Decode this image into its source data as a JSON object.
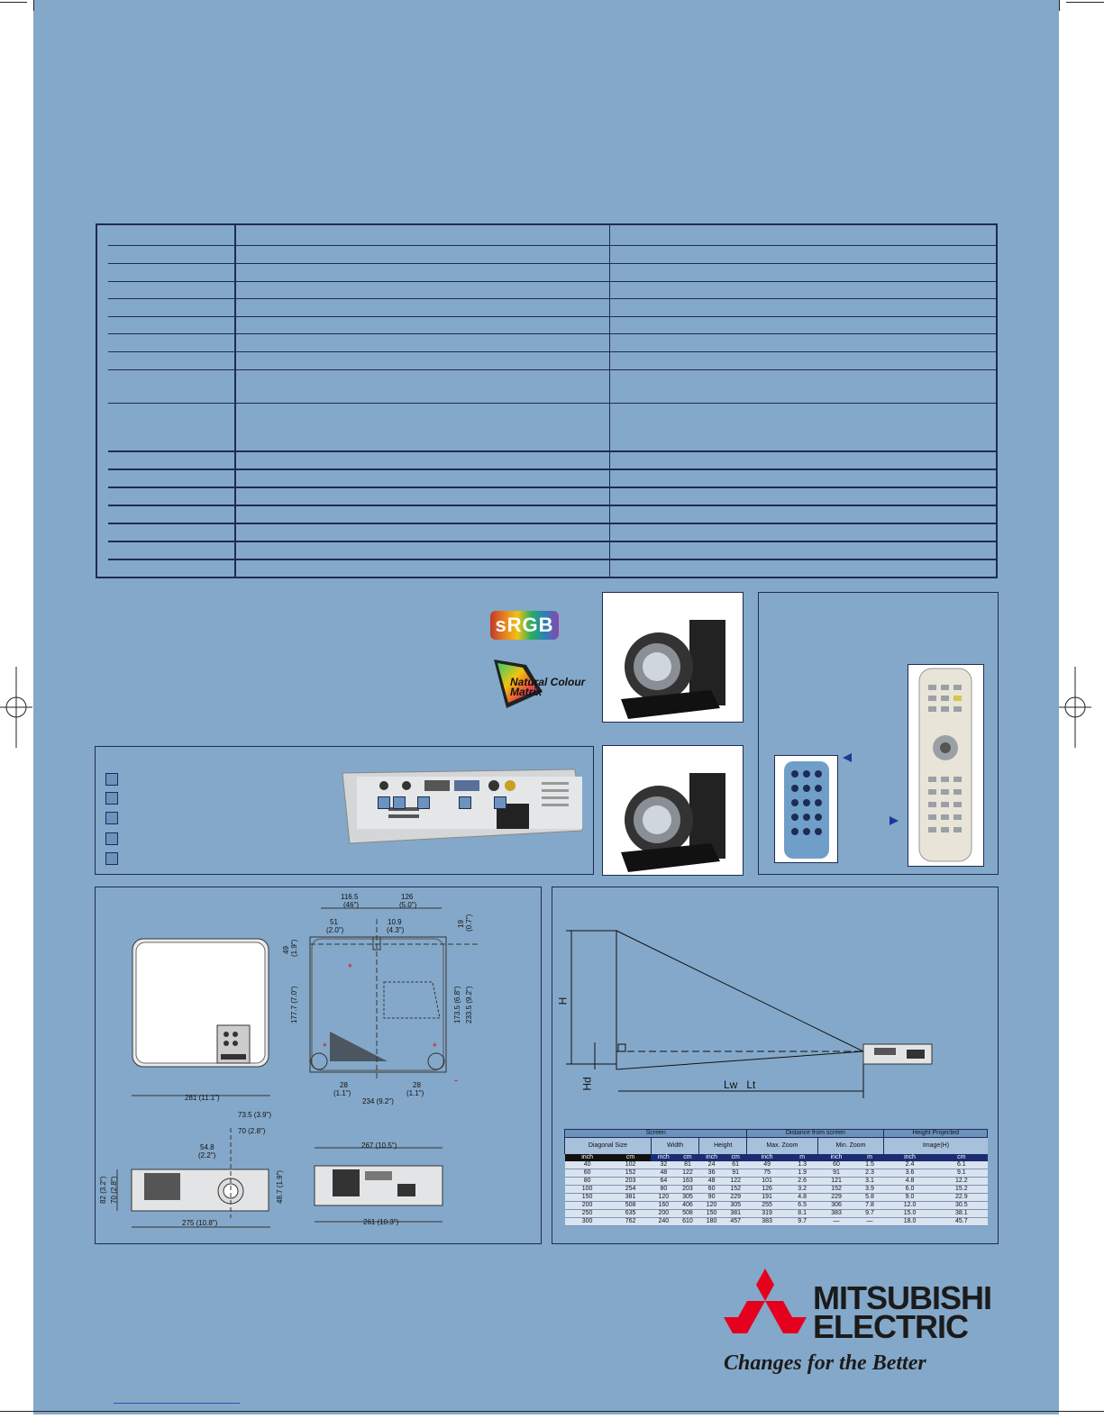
{
  "dimensions": {
    "top_116": "116.5",
    "top_116_in": "(46\")",
    "top_126": "126",
    "top_126_in": "(5.0\")",
    "d51": "51",
    "d51_in": "(2.0\")",
    "d109": "10.9",
    "d109_in": "(4.3\")",
    "d19": "19",
    "d19_in": "(0.7\")",
    "d49": "49",
    "d49_in": "(1.9\")",
    "d1777": "177.7 (7.0\")",
    "d1735": "173.5 (6.8\")",
    "d2335": "233.5 (9.2\")",
    "d28a": "28",
    "d28a_in": "(1.1\")",
    "d28b": "28",
    "d28b_in": "(1.1\")",
    "d234": "234 (9.2\")",
    "d281": "281 (11.1\")",
    "d735": "73.5 (3.9\")",
    "d70a": "70 (2.8\")",
    "d548": "54.8",
    "d548_in": "(2.2\")",
    "d82": "82 (3.2\")",
    "d70b": "70 (2.8\")",
    "d487": "48.7 (1.9\")",
    "d275": "275 (10.8\")",
    "d267": "267 (10.5\")",
    "d261": "261 (10.3\")"
  },
  "diagram": {
    "label_h": "H",
    "label_hd": "Hd",
    "label_lw": "Lw",
    "label_lt": "Lt"
  },
  "distance_table": {
    "group_screen": "Screen",
    "group_distance": "Distance from screen",
    "group_height": "Height Projected",
    "sub_diagonal": "Diagonal Size",
    "sub_width": "Width",
    "sub_height": "Height",
    "sub_max": "Max. Zoom",
    "sub_min": "Min. Zoom",
    "sub_image": "Image(H)",
    "units": [
      "inch",
      "cm",
      "inch",
      "cm",
      "inch",
      "cm",
      "inch",
      "m",
      "inch",
      "m",
      "inch",
      "cm"
    ],
    "rows": [
      [
        "40",
        "102",
        "32",
        "81",
        "24",
        "61",
        "49",
        "1.3",
        "60",
        "1.5",
        "2.4",
        "6.1"
      ],
      [
        "60",
        "152",
        "48",
        "122",
        "36",
        "91",
        "75",
        "1.9",
        "91",
        "2.3",
        "3.6",
        "9.1"
      ],
      [
        "80",
        "203",
        "64",
        "163",
        "48",
        "122",
        "101",
        "2.6",
        "121",
        "3.1",
        "4.8",
        "12.2"
      ],
      [
        "100",
        "254",
        "80",
        "203",
        "60",
        "152",
        "126",
        "3.2",
        "152",
        "3.9",
        "6.0",
        "15.2"
      ],
      [
        "150",
        "381",
        "120",
        "305",
        "90",
        "229",
        "191",
        "4.8",
        "229",
        "5.8",
        "9.0",
        "22.9"
      ],
      [
        "200",
        "508",
        "160",
        "406",
        "120",
        "305",
        "255",
        "6.5",
        "306",
        "7.8",
        "12.0",
        "30.5"
      ],
      [
        "250",
        "635",
        "200",
        "508",
        "150",
        "381",
        "319",
        "8.1",
        "383",
        "9.7",
        "15.0",
        "38.1"
      ],
      [
        "300",
        "762",
        "240",
        "610",
        "180",
        "457",
        "383",
        "9.7",
        "—",
        "—",
        "18.0",
        "45.7"
      ]
    ]
  },
  "badges": {
    "srgb": "sRGB",
    "ncm_line1": "Natural Colour",
    "ncm_line2": "Matrix"
  },
  "brand": {
    "name_line1": "MITSUBISHI",
    "name_line2": "ELECTRIC",
    "tagline": "Changes for the Better"
  }
}
